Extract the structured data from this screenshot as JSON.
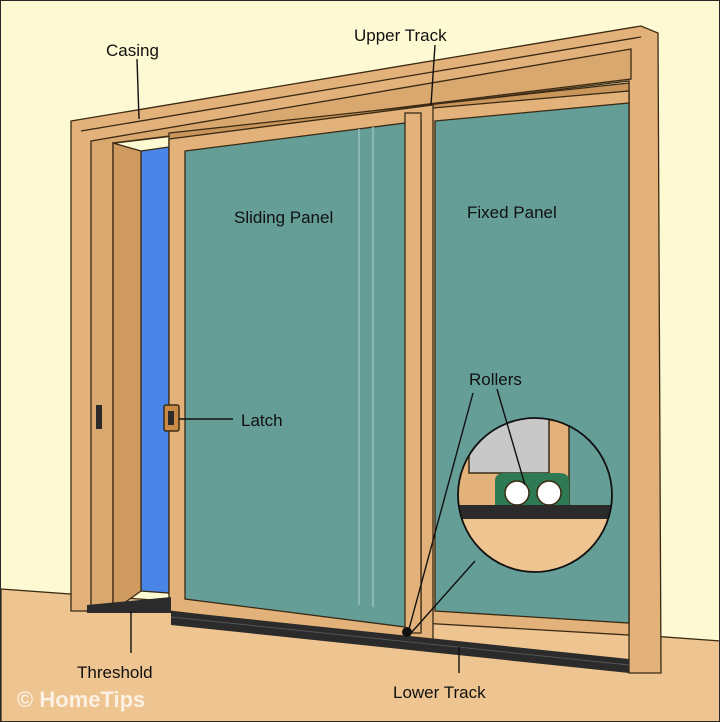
{
  "labels": {
    "casing": "Casing",
    "upper_track": "Upper Track",
    "sliding_panel": "Sliding Panel",
    "fixed_panel": "Fixed Panel",
    "rollers": "Rollers",
    "latch": "Latch",
    "threshold": "Threshold",
    "lower_track": "Lower Track"
  },
  "watermark": "© HomeTips",
  "colors": {
    "wall": "#fdf9d2",
    "floor": "#eec490",
    "wood": "#e2b27a",
    "glass": "#659d97",
    "opening": "#4a86e8",
    "track": "#2b2b2b"
  }
}
